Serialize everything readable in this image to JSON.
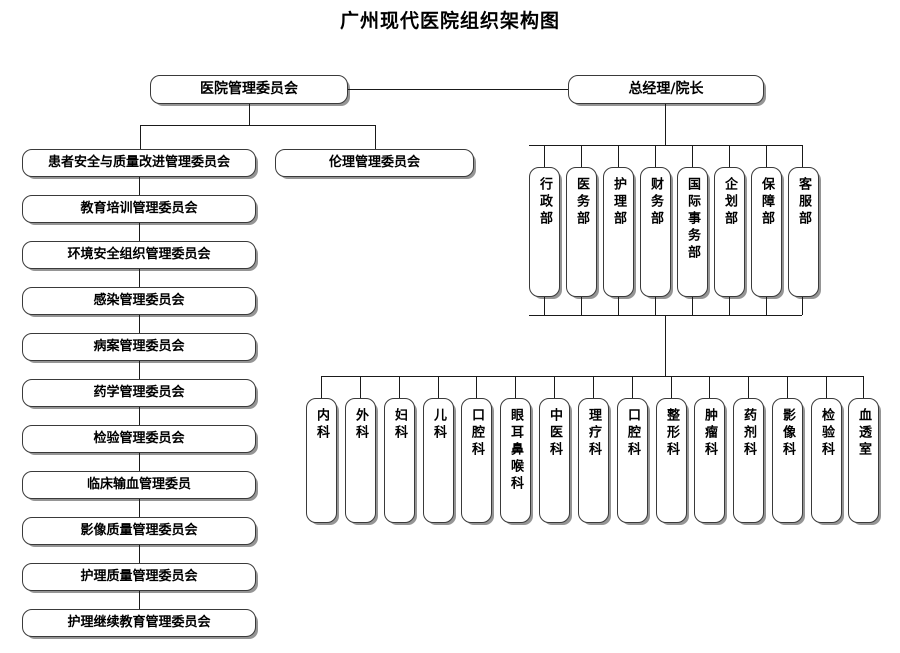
{
  "title": "广州现代医院组织架构图",
  "top_nodes": {
    "board": "医院管理委员会",
    "ceo": "总经理/院长"
  },
  "committees_row": [
    "患者安全与质量改进管理委员会",
    "伦理管理委员会"
  ],
  "committees_column": [
    "教育培训管理委员会",
    "环境安全组织管理委员会",
    "感染管理委员会",
    "病案管理委员会",
    "药学管理委员会",
    "检验管理委员会",
    "临床输血管理委员",
    "影像质量管理委员会",
    "护理质量管理委员会",
    "护理继续教育管理委员会"
  ],
  "departments": [
    "行政部",
    "医务部",
    "护理部",
    "财务部",
    "国际事务部",
    "企划部",
    "保障部",
    "客服部"
  ],
  "clinical_departments": [
    "内科",
    "外科",
    "妇科",
    "儿科",
    "口腔科",
    "眼耳鼻喉科",
    "中医科",
    "理疗科",
    "口腔科",
    "整形科",
    "肿瘤科",
    "药剂科",
    "影像科",
    "检验科",
    "血透室"
  ],
  "colors": {
    "border": "#3a3a3a",
    "line": "#1a1a1a",
    "shadow": "#828282",
    "background": "#ffffff",
    "text": "#000000"
  }
}
